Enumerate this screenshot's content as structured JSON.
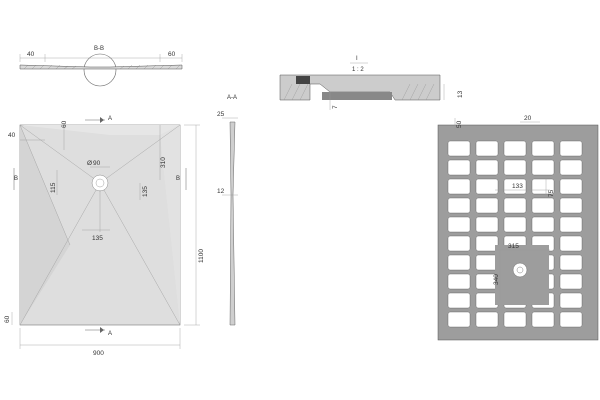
{
  "section_bb": {
    "label": "B-B",
    "dim_left": "40",
    "dim_right": "60"
  },
  "plan_view": {
    "dim_40_top": "40",
    "dim_60_top": "60",
    "section_a_top": "A",
    "section_a_bottom": "A",
    "section_b_left": "B",
    "section_b_right": "B",
    "dim_90": "90",
    "dim_115": "115",
    "dim_310": "310",
    "dim_135_v": "135",
    "dim_135_h": "135",
    "dim_1100": "1100",
    "dim_900": "900",
    "dim_60_bottom": "60",
    "diameter_symbol": "Ø"
  },
  "section_aa": {
    "label": "A-A",
    "dim_25": "25",
    "dim_12": "12"
  },
  "detail_i": {
    "label": "I",
    "scale": "1 : 2",
    "dim_13": "13",
    "dim_7": "7"
  },
  "bottom_view": {
    "dim_50": "50",
    "dim_20": "20",
    "dim_133": "133",
    "dim_75": "75",
    "dim_315": "315",
    "dim_340": "340",
    "colors": {
      "frame": "#9d9d9d",
      "cells": "#ffffff"
    }
  }
}
